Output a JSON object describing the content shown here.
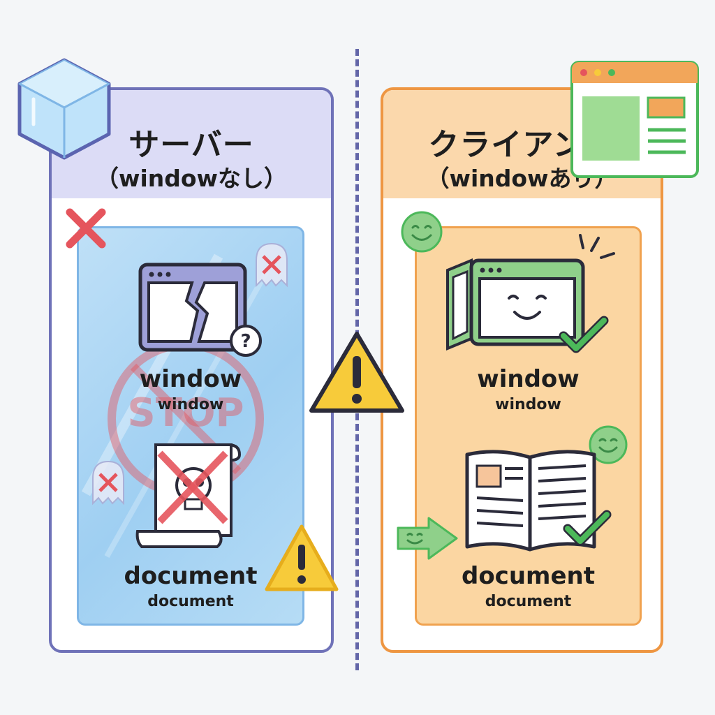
{
  "server": {
    "title": "サーバー",
    "subtitle": "（windowなし）",
    "window_label": "window",
    "window_sublabel": "window",
    "document_label": "document",
    "document_sublabel": "document",
    "stop_text": "STOP"
  },
  "client": {
    "title": "クライアント",
    "subtitle": "（windowあり）",
    "window_label": "window",
    "window_sublabel": "window",
    "document_label": "document",
    "document_sublabel": "document"
  },
  "colors": {
    "server_border": "#6f72b8",
    "server_header": "#dcdcf6",
    "server_inner": "#a9d4f3",
    "client_border": "#ee9642",
    "client_header": "#fbd8ac",
    "client_inner": "#fbd6a2",
    "warning": "#f7cb3a",
    "error": "#e5555d",
    "success": "#4cb85a",
    "divider": "#6366a8"
  },
  "icons": {
    "server_cube": "cube-icon",
    "client_browser": "browser-window-icon",
    "broken_window": "broken-window-icon",
    "question": "question-mark-icon",
    "ghost": "ghost-icon",
    "skull_scroll": "skull-scroll-icon",
    "stop_sign": "stop-sign-icon",
    "warning": "warning-icon",
    "smile": "smiley-icon",
    "happy_window": "smiling-window-icon",
    "open_book": "open-book-icon",
    "check": "check-icon",
    "arrow": "arrow-right-icon",
    "red_x": "red-x-icon"
  }
}
